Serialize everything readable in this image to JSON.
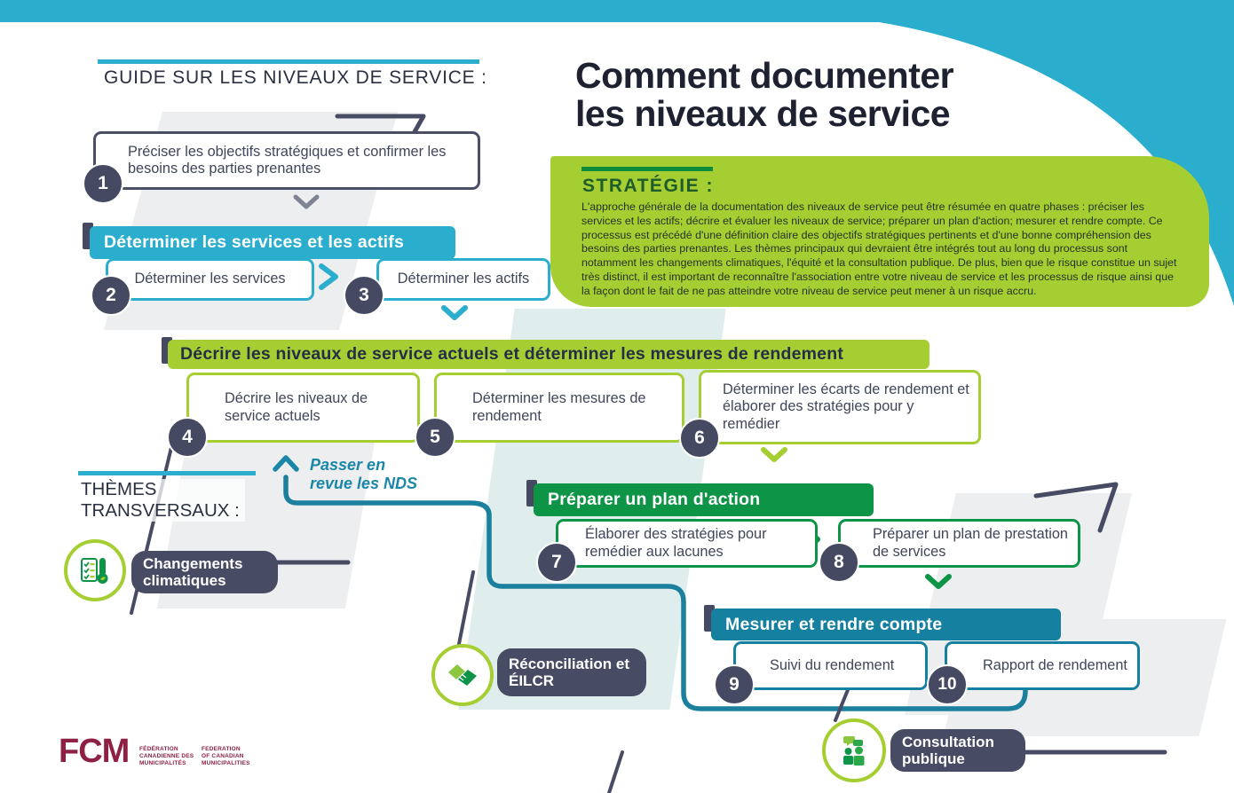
{
  "page": {
    "guide_heading": "GUIDE SUR LES NIVEAUX DE SERVICE :",
    "title": "Comment documenter\nles niveaux de service"
  },
  "strategy": {
    "heading": "STRATÉGIE :",
    "body": "L'approche générale de la documentation des niveaux de service peut être résumée en quatre phases : préciser les services et les actifs; décrire et évaluer les niveaux de service; préparer un plan d'action; mesurer et rendre compte. Ce processus est précédé d'une définition claire des objectifs stratégiques pertinents et d'une bonne compréhension des besoins des parties prenantes. Les thèmes principaux qui devraient être intégrés tout au long du processus sont notamment les changements climatiques, l'équité et la consultation publique. De plus, bien que le risque constitue un sujet très distinct, il est important de reconnaître l'association entre votre niveau de service et les processus de risque ainsi que la façon dont le fait de ne pas atteindre votre niveau de service peut mener à un risque accru."
  },
  "phases": {
    "phase2": "Déterminer les services et les actifs",
    "phase3": "Décrire les niveaux de service actuels et déterminer les mesures de rendement",
    "phase4": "Préparer un plan d'action",
    "phase5": "Mesurer et rendre compte"
  },
  "steps": [
    {
      "num": "1",
      "text": "Préciser les objectifs stratégiques et confirmer les besoins des parties prenantes"
    },
    {
      "num": "2",
      "text": "Déterminer les services"
    },
    {
      "num": "3",
      "text": "Déterminer les actifs"
    },
    {
      "num": "4",
      "text": "Décrire les niveaux de service actuels"
    },
    {
      "num": "5",
      "text": "Déterminer les mesures de rendement"
    },
    {
      "num": "6",
      "text": "Déterminer les écarts de rendement et élaborer des stratégies pour y remédier"
    },
    {
      "num": "7",
      "text": "Élaborer des stratégies pour remédier aux lacunes"
    },
    {
      "num": "8",
      "text": "Préparer un plan de prestation de services"
    },
    {
      "num": "9",
      "text": "Suivi du rendement"
    },
    {
      "num": "10",
      "text": "Rapport de rendement"
    }
  ],
  "annotations": {
    "review_nds": "Passer en\nrevue les NDS",
    "themes_heading": "THÈMES\nTRANSVERSAUX :"
  },
  "themes": [
    {
      "label": "Changements climatiques",
      "icon": "climate-checklist-thermometer-icon"
    },
    {
      "label": "Réconciliation et ÉILCR",
      "icon": "handshake-icon"
    },
    {
      "label": "Consultation\npublique",
      "icon": "people-speech-bubbles-icon"
    }
  ],
  "footer": {
    "logo_text": "FCM",
    "org_fr": "FÉDÉRATION\nCANADIENNE DES\nMUNICIPALITÉS",
    "org_en": "FEDERATION\nOF CANADIAN\nMUNICIPALITIES"
  },
  "colors": {
    "teal": "#2badce",
    "dark_teal": "#15809f",
    "loop_teal": "#1b7f9e",
    "lime": "#a5ce32",
    "green": "#0e9447",
    "navy": "#474b63",
    "maroon": "#8e2043",
    "gray_shape": "#eceef0",
    "mint_shape": "#dfeeec"
  }
}
